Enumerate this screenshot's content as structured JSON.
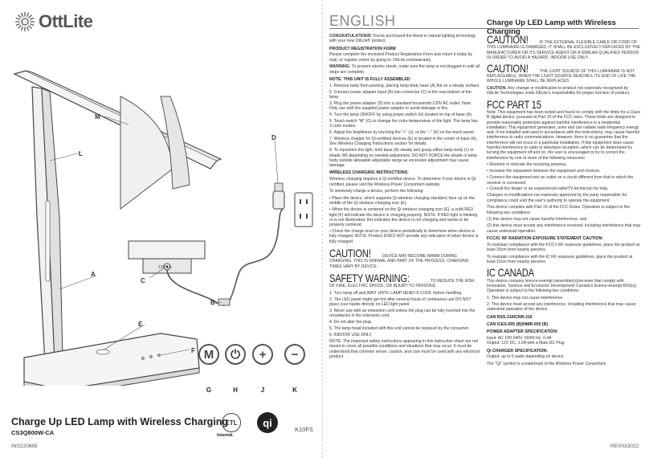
{
  "brand": {
    "name": "OttLite"
  },
  "diagram_labels": {
    "M": "M",
    "L": "L",
    "D": "D",
    "A": "A",
    "C": "C",
    "B": "B",
    "E": "E",
    "F": "F",
    "G": "G",
    "H": "H",
    "J": "J",
    "K": "K"
  },
  "adapter_text": "12V/1A",
  "buttons": [
    {
      "symbol": "M",
      "label": "G"
    },
    {
      "symbol": "⏻",
      "label": "H"
    },
    {
      "symbol": "+",
      "label": "J"
    },
    {
      "symbol": "−",
      "label": "K"
    }
  ],
  "product": {
    "title": "Charge Up LED Lamp with Wireless Charging",
    "model": "CS3Q800W-CA",
    "sku": "K10FS",
    "ins_code": "INS220689",
    "rev_code": "REV033022",
    "cert_etl": "Intertek"
  },
  "header": {
    "language": "ENGLISH",
    "title": "Charge Up LED Lamp with Wireless Charging"
  },
  "col1": {
    "congrats_lead": "CONGRATULATIONS!",
    "congrats": " You've purchased the finest in natural lighting technology with your new OttLite® product.",
    "reg_head": "PRODUCT REGISTRATION FORM",
    "reg_text": "Please complete the enclosed Product Registration Form and return it today by mail, or register online by going to: OttLite.com/warranty",
    "warning_lead": "WARNING:",
    "warning": " To prevent electric shock, make sure the lamp is not plugged in until all steps are complete.",
    "note_head": "NOTE: THIS UNIT IS FULLY ASSEMBLED",
    "steps": [
      "1. Remove lamp from packing, placing lamp body base (A) flat on a steady surface.",
      "2. Connect power adapter input (B) into connector (C) in the rear-bottom of the lamp.",
      "3. Plug the power adapter (D) into a standard household 120V AC outlet. Note: Only use with the supplied power adapter to avoid damage or fire.",
      "4. Turn the lamp ON/OFF by using power switch (H) located on top of base (A).",
      "5. Touch switch \"M\" (G) to change the color temperature of the light. The lamp has 3 color modes.",
      "6. Adjust the brightness by touching the \"+\" (J), or the \"−\" (K) on the touch panel.",
      "7. Wireless charger for Qi-certified devices (E) is located in the center of base (A). See Wireless Charging Instructions section for details.",
      "8. To reposition the light, hold base (A) steady and grasp either lamp body (L) or shade (M) depending on needed adjustment. DO NOT FORCE the shade or lamp body outside allowable adjustable range as excessive adjustment may cause damage."
    ],
    "wc_head": "WIRELESS CHARGING INSTRUCTIONS:",
    "wc_intro": "Wireless charging requires a Qi-certified device. To determine if your device is Qi-certified, please visit the Wireless Power Consortium website.",
    "wc_sub": "To wirelessly charge a device, perform the following:",
    "wc_bullets": [
      "• Place the device, which supports Qi wireless charging standard, face up on the middle of the Qi wireless charging icon (E).",
      "• When the device is centered on the Qi wireless charging icon (E), a solid RED light (F) will indicate the device is charging properly. NOTE: If RED light is blinking or is not illuminated, this indicates the device is not charging and needs to be properly centered.",
      "• Check the charge level on your device periodically to determine when device is fully charged. NOTE: Product DOES NOT provide any indication of when device is fully charged."
    ],
    "caution_word": "CAUTION!",
    "caution_text": " DEVICE MAY BECOME WARM DURING CHARGING. THIS IS NORMAL AND PART OF THE PROCESS. CHARGING TIMES VARY BY DEVICE.",
    "safety_word": "SAFETY WARNING:",
    "safety_text": " TO REDUCE THE RISK OF FIRE, ELECTRIC SHOCK, OR INJURY TO PERSONS",
    "safety_items": [
      "1. Turn lamp off and WAIT UNTIL LAMP HEAD IS COOL before handling.",
      "2. The LED panel might get hot after several hours of continuous use DO NOT place your hands directly on LED light panel.",
      "3. Never use with an extension cord unless the plug can be fully inserted into the receptacles in the extension cord.",
      "4. Do not alter the plug.",
      "5. The lamp head included with this unit cannot be replaced by the consumer.",
      "6. INDOOR USE ONLY."
    ],
    "final_note": "NOTE: The important safety instructions appearing in this instruction sheet are not meant to cover all possible conditions and situations that may occur. It must be understood that common sense, caution, and care must be used with any electrical product."
  },
  "col2": {
    "caution1_word": "CAUTION!",
    "caution1_text": " IF THE EXTERNAL FLEXIBLE CABLE OR CORD OF THIS LUMINAIRE IS DAMAGED, IT SHALL BE EXCLUSIVELY REPLACED BY THE MANUFACTURER OR ITS SERVICE AGENT OR A SIMILAR QUALIFIED PERSON IN ORDER TO AVOID A HAZARD. INDOOR USE ONLY.",
    "caution2_word": "CAUTION!",
    "caution2_text": " THE LIGHT SOURCE OF THIS LUMINAIRE IS NOT REPLACEABLE; WHEN THE LIGHT SOURCE REACHES ITS END OF LIFE THE WHOLE LUMINAIRE SHALL BE REPLACED.",
    "caution3_lead": "CAUTION:",
    "caution3_text": " Any change or modification to product not expressly recognized by OttLite Technologies voids OttLite's responsibility for proper function of product.",
    "fcc_head": "FCC PART 15",
    "fcc_note": "Note: This equipment has been tested and found to comply with the limits for a Class B digital device, pursuant to Part 15 of the FCC rules. These limits are designed to provide reasonable protection against harmful interference in a residential installation. This equipment generates, uses and can radiate radio frequency energy and, if not installed and used in accordance with the instructions, may cause harmful interference to radio communications. However, there is no guarantee that the interference will not occur in a particular installation. If this equipment does cause harmful interference to radio or television reception, which can be determined by turning the equipment off and on, the user is encouraged to try to correct the interference by one or more of the following measures:",
    "fcc_bullets": [
      "• Reorient or relocate the receiving antenna.",
      "• Increase the separation between the equipment and receiver.",
      "• Connect the equipment into an outlet on a circuit different from that to which the receiver is connected.",
      "• Consult the dealer or an experienced radio/TV technician for help."
    ],
    "fcc_changes": "Changes or modifications not expressly approved by the party responsible for compliance could void the user's authority to operate the equipment.",
    "fcc_comply": "This device complies with Part 15 of the FCC Rules. Operation is subject to the following two conditions:",
    "fcc_conditions": [
      "(1) this device may not cause harmful interference, and",
      "(2) this device must accept any interference received, including interference that may cause undesired operation."
    ],
    "rf_head": "FCC/IC RF RADIATION EXPOSURE STATEMENT CAUTION:",
    "rf_fcc": "To maintain compliance with the FCC's RF exposure guidelines, place the product at least 20cm from nearby persons.",
    "rf_ic": "To maintain compliance with the IC RF exposure guidelines, place the product at least 10cm from nearby persons.",
    "ic_head": "IC CANADA",
    "ic_text": "This device contains licence-exempt transmitter(s)/receiver that comply with Innovation, Science and Economic Development Canada's licence-exempt RSS(s). Operation is subject to the following two conditions:",
    "ic_items": [
      "1. This device may not cause interference.",
      "2. This device must accept any interference, including interference that may cause undesired operation of the device."
    ],
    "can_rss": "CAN RSS-216/CNR-216",
    "can_ices": "CAN ICES-005 (B)/NMB-005 (B)",
    "power_head": "POWER ADAPTER SPECIFICATION:",
    "power_input": "Input: AC 100-240V, 50/60 Hz, 0.4A",
    "power_output": "Output: 12V DC, 1.0A with a Male DC Plug",
    "qi_head": "Qi CHARGER SPECIFICATION:",
    "qi_output": "Output: up to 5 watts depending on device",
    "qi_tm": "The \"Qi\" symbol is a trademark of the Wireless Power Consortium"
  }
}
